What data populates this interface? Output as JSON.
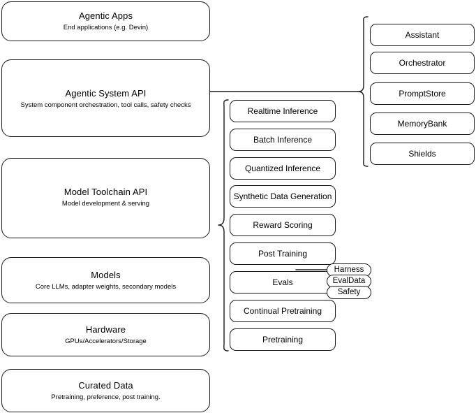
{
  "diagram": {
    "title": "AI Stack Architecture Diagram",
    "stroke_color": "#1a1a1a",
    "background_color": "#ffffff"
  },
  "layers": [
    {
      "name": "agentic-apps",
      "title": "Agentic Apps",
      "subtitle": "End applications (e.g. Devin)"
    },
    {
      "name": "agentic-system-api",
      "title": "Agentic System API",
      "subtitle": "System component orchestration, tool calls, safety checks"
    },
    {
      "name": "model-toolchain-api",
      "title": "Model Toolchain API",
      "subtitle": "Model development & serving"
    },
    {
      "name": "models",
      "title": "Models",
      "subtitle": "Core LLMs, adapter weights, secondary models"
    },
    {
      "name": "hardware",
      "title": "Hardware",
      "subtitle": "GPUs/Accelerators/Storage"
    },
    {
      "name": "curated-data",
      "title": "Curated Data",
      "subtitle": "Pretraining, preference, post training."
    }
  ],
  "toolchain_components": [
    {
      "label": "Realtime Inference"
    },
    {
      "label": "Batch Inference"
    },
    {
      "label": "Quantized Inference"
    },
    {
      "label": "Synthetic Data Generation"
    },
    {
      "label": "Reward Scoring"
    },
    {
      "label": "Post Training"
    },
    {
      "label": "Evals"
    },
    {
      "label": "Continual Pretraining"
    },
    {
      "label": "Pretraining"
    }
  ],
  "eval_subcomponents": [
    {
      "label": "Harness"
    },
    {
      "label": "EvalData"
    },
    {
      "label": "Safety"
    }
  ],
  "system_components": [
    {
      "label": "Assistant"
    },
    {
      "label": "Orchestrator"
    },
    {
      "label": "PromptStore"
    },
    {
      "label": "MemoryBank"
    },
    {
      "label": "Shields"
    }
  ]
}
